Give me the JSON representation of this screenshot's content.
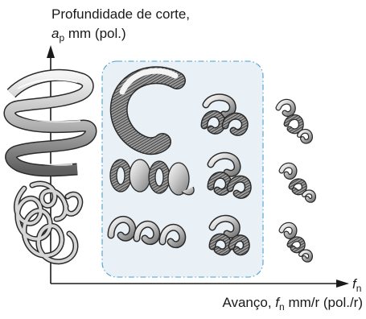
{
  "y_axis": {
    "title_line1": "Profundidade de corte,",
    "symbol": "a",
    "symbol_sub": "p",
    "unit": "mm (pol.)"
  },
  "x_axis": {
    "end_symbol": "f",
    "end_symbol_sub": "n",
    "title_prefix": "Avanço,",
    "title_symbol": "f",
    "title_symbol_sub": "n",
    "title_unit": "mm/r (pol./r)"
  },
  "colors": {
    "axis": "#1a1a1a",
    "highlight_fill": "#e9f1f6",
    "highlight_border": "#4a9fd0",
    "chip_light": "#f2f2f2",
    "chip_mid": "#a8a8a8",
    "chip_dark": "#2a2a2a"
  },
  "chip_shapes": [
    "long-helical-ribbon",
    "tangled-snarled-chip",
    "c-shaped-curl",
    "tight-helical-coil",
    "short-comma-coil",
    "broken-spiral-segments",
    "small-broken-chips",
    "tiny-broken-chips"
  ]
}
